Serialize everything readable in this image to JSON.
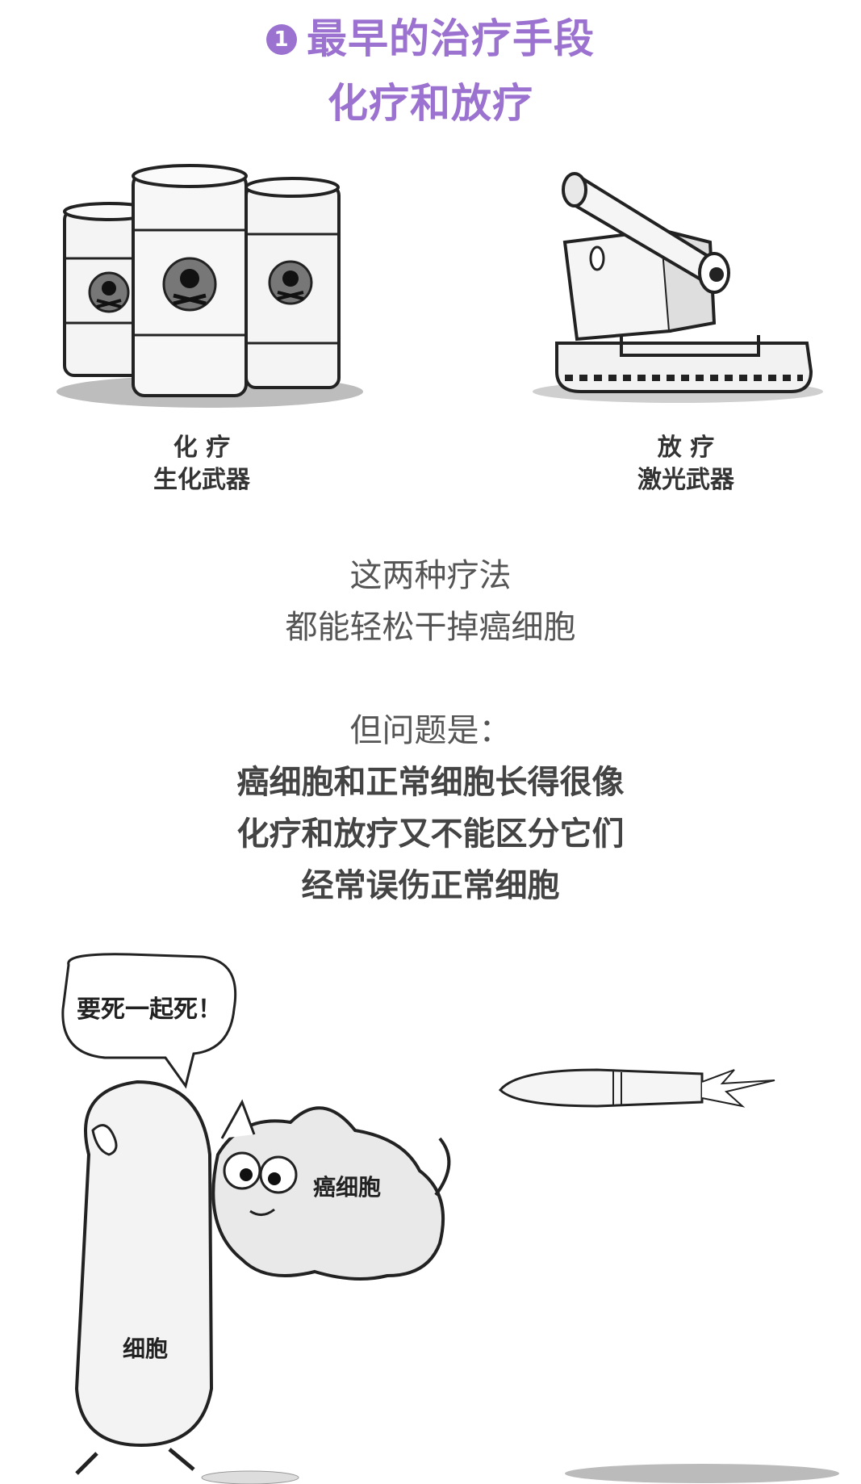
{
  "header": {
    "badge_number": "1",
    "title_line1": "最早的治疗手段",
    "title_line2": "化疗和放疗"
  },
  "chemo": {
    "name": "化 疗",
    "desc": "生化武器"
  },
  "radio": {
    "name": "放 疗",
    "desc": "激光武器"
  },
  "intro": {
    "line1": "这两种疗法",
    "line2": "都能轻松干掉癌细胞"
  },
  "problem": {
    "lead": "但问题是：",
    "line1": "癌细胞和正常细胞长得很像",
    "line2": "化疗和放疗又不能区分它们",
    "line3": "经常误伤正常细胞"
  },
  "comic": {
    "speech": "要死一起死！",
    "normal_cell_label": "细胞",
    "cancer_cell_label": "癌细胞"
  },
  "colors": {
    "accent": "#9b72cf",
    "text_gray": "#555555"
  }
}
